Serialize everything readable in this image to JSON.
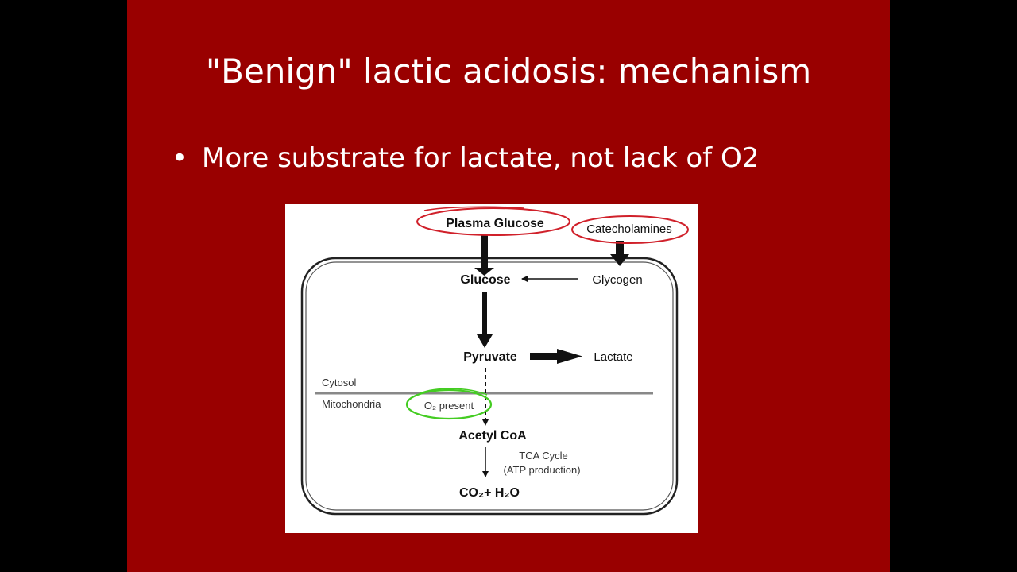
{
  "slide": {
    "title": "\"Benign\" lactic acidosis: mechanism",
    "bullet_marker": "•",
    "bullet": "More substrate for lactate, not lack of O2"
  },
  "diagram": {
    "plasma_glucose": "Plasma Glucose",
    "catecholamines": "Catecholamines",
    "glucose": "Glucose",
    "glycogen": "Glycogen",
    "pyruvate": "Pyruvate",
    "lactate": "Lactate",
    "cytosol": "Cytosol",
    "mitochondria": "Mitochondria",
    "o2_present": "O₂ present",
    "acetyl_coa": "Acetyl CoA",
    "tca_cycle": "TCA Cycle",
    "atp_production": "(ATP production)",
    "co2_h2o": "CO₂+ H₂O"
  },
  "colors": {
    "background": "#990000",
    "red_marker": "#d0202a",
    "green_marker": "#44cc22"
  }
}
